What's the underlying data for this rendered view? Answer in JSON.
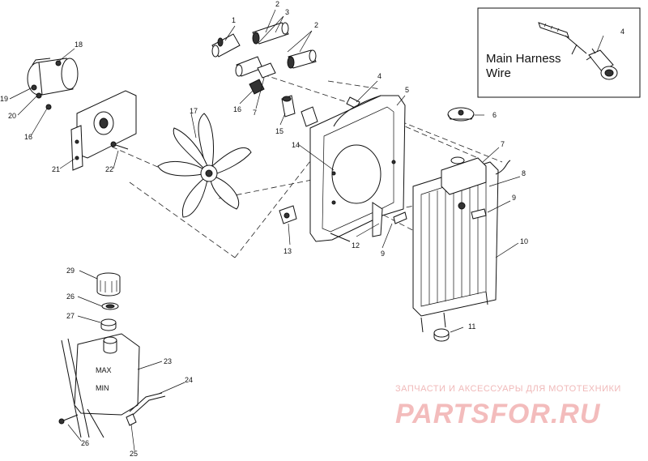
{
  "callouts": [
    {
      "id": "c1",
      "text": "1"
    },
    {
      "id": "c2a",
      "text": "2"
    },
    {
      "id": "c3",
      "text": "3"
    },
    {
      "id": "c2b",
      "text": "2"
    },
    {
      "id": "c4a",
      "text": "4"
    },
    {
      "id": "c4b",
      "text": "4"
    },
    {
      "id": "c5",
      "text": "5"
    },
    {
      "id": "c6",
      "text": "6"
    },
    {
      "id": "c7a",
      "text": "7"
    },
    {
      "id": "c7b",
      "text": "7"
    },
    {
      "id": "c8",
      "text": "8"
    },
    {
      "id": "c9a",
      "text": "9"
    },
    {
      "id": "c9b",
      "text": "9"
    },
    {
      "id": "c10",
      "text": "10"
    },
    {
      "id": "c11",
      "text": "11"
    },
    {
      "id": "c12",
      "text": "12"
    },
    {
      "id": "c13",
      "text": "13"
    },
    {
      "id": "c14",
      "text": "14"
    },
    {
      "id": "c15",
      "text": "15"
    },
    {
      "id": "c16a",
      "text": "16"
    },
    {
      "id": "c16b",
      "text": "16"
    },
    {
      "id": "c17",
      "text": "17"
    },
    {
      "id": "c18",
      "text": "18"
    },
    {
      "id": "c19",
      "text": "19"
    },
    {
      "id": "c20",
      "text": "20"
    },
    {
      "id": "c21",
      "text": "21"
    },
    {
      "id": "c22",
      "text": "22"
    },
    {
      "id": "c23",
      "text": "23"
    },
    {
      "id": "c24",
      "text": "24"
    },
    {
      "id": "c25",
      "text": "25"
    },
    {
      "id": "c26a",
      "text": "26"
    },
    {
      "id": "c26b",
      "text": "26"
    },
    {
      "id": "c27",
      "text": "27"
    },
    {
      "id": "c29",
      "text": "29"
    }
  ],
  "inset": {
    "line1": "Main Harness",
    "line2": "Wire"
  },
  "tank_marks": {
    "max": "MAX",
    "min": "MIN"
  },
  "watermark": {
    "tagline": "ЗАПЧАСТИ И АКСЕССУАРЫ ДЛЯ МОТОТЕХНИКИ",
    "logo": "PARTSFOR.RU"
  }
}
